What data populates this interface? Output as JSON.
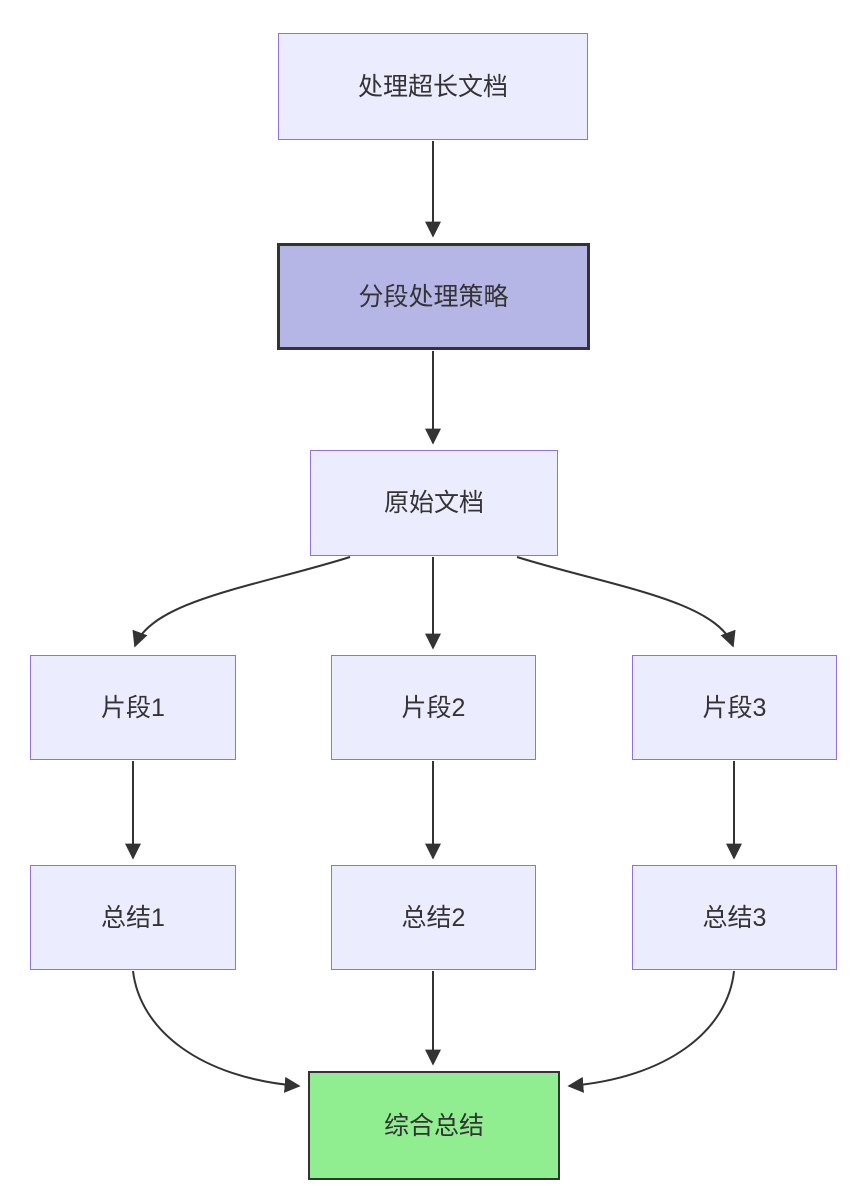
{
  "diagram": {
    "type": "flowchart",
    "direction": "top-down",
    "background_color": "#ffffff",
    "colors": {
      "node_fill": "#ECECFF",
      "node_stroke": "#9370DB",
      "emphasis_fill": "#b6b6e6",
      "emphasis_stroke": "#333333",
      "result_fill": "#90EE90",
      "result_stroke": "#333333",
      "edge_stroke": "#333333",
      "text": "#333333"
    },
    "nodes": [
      {
        "id": "A",
        "label": "处理超长文档",
        "style": "default"
      },
      {
        "id": "B",
        "label": "分段处理策略",
        "style": "emphasis"
      },
      {
        "id": "C",
        "label": "原始文档",
        "style": "default"
      },
      {
        "id": "D1",
        "label": "片段1",
        "style": "default"
      },
      {
        "id": "D2",
        "label": "片段2",
        "style": "default"
      },
      {
        "id": "D3",
        "label": "片段3",
        "style": "default"
      },
      {
        "id": "E1",
        "label": "总结1",
        "style": "default"
      },
      {
        "id": "E2",
        "label": "总结2",
        "style": "default"
      },
      {
        "id": "E3",
        "label": "总结3",
        "style": "default"
      },
      {
        "id": "F",
        "label": "综合总结",
        "style": "result"
      }
    ],
    "edges": [
      {
        "from": "A",
        "to": "B"
      },
      {
        "from": "B",
        "to": "C"
      },
      {
        "from": "C",
        "to": "D1"
      },
      {
        "from": "C",
        "to": "D2"
      },
      {
        "from": "C",
        "to": "D3"
      },
      {
        "from": "D1",
        "to": "E1"
      },
      {
        "from": "D2",
        "to": "E2"
      },
      {
        "from": "D3",
        "to": "E3"
      },
      {
        "from": "E1",
        "to": "F"
      },
      {
        "from": "E2",
        "to": "F"
      },
      {
        "from": "E3",
        "to": "F"
      }
    ]
  }
}
